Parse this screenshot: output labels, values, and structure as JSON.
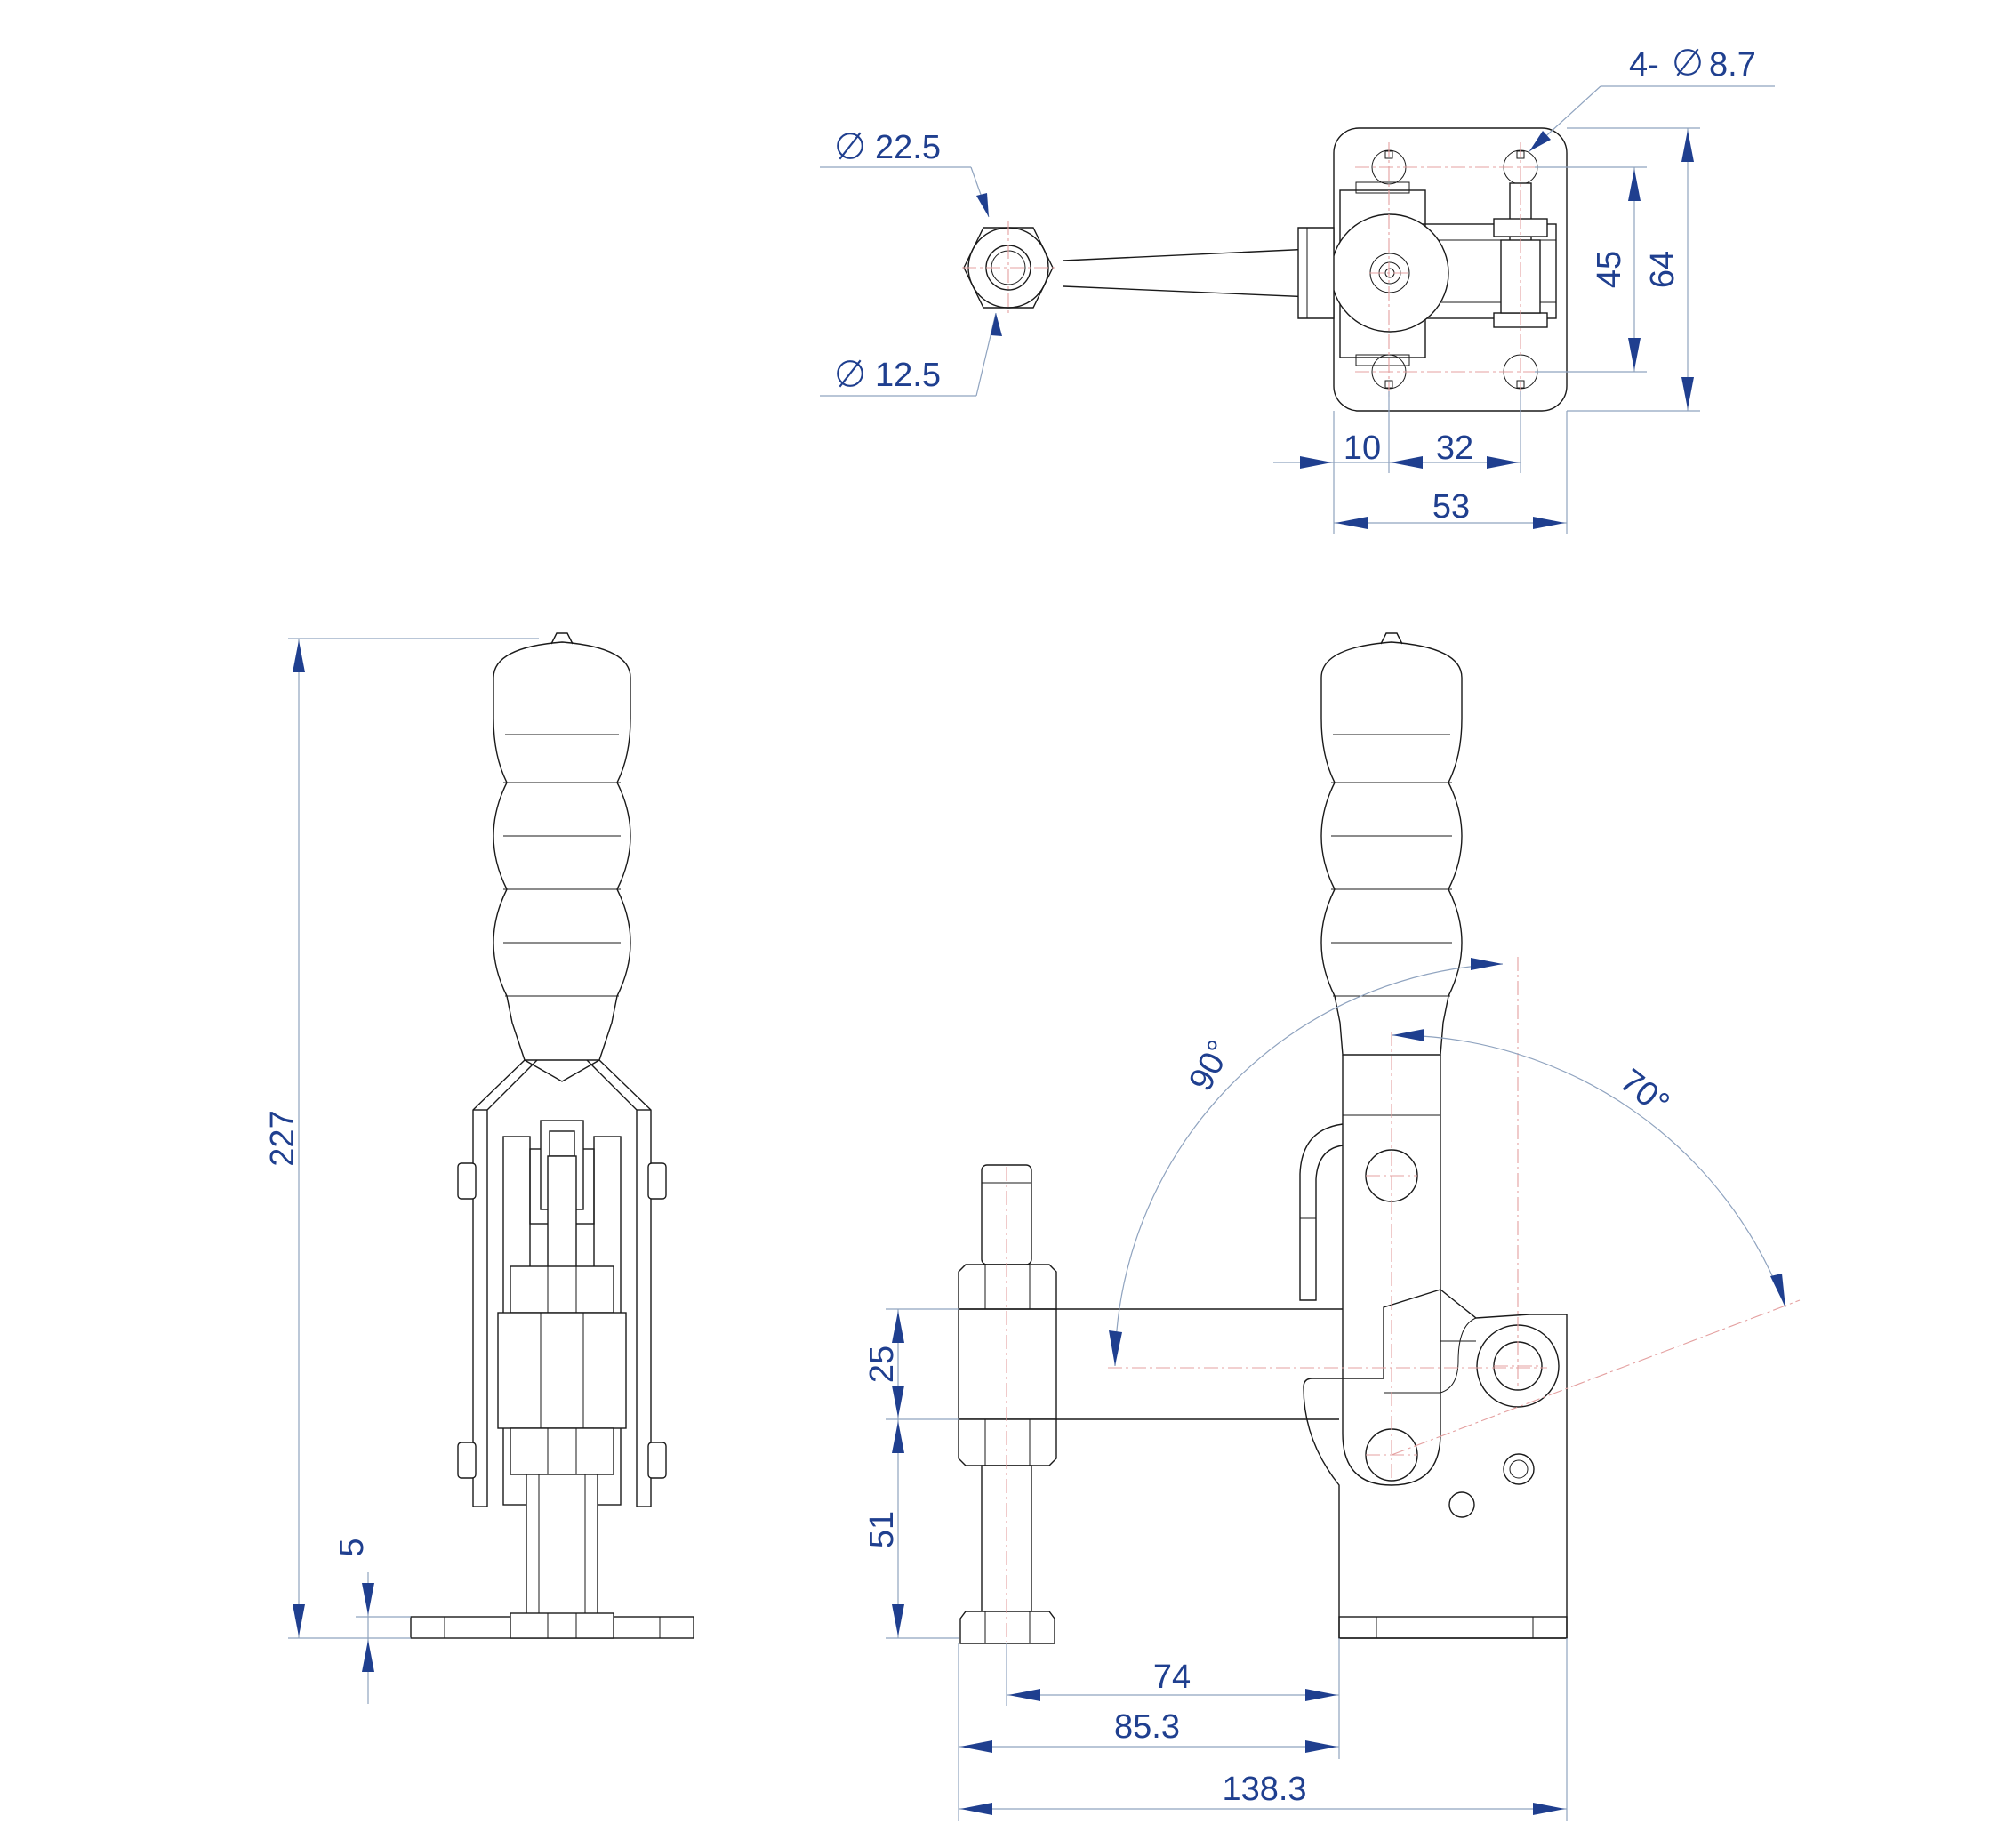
{
  "colors": {
    "dimension": "#1f3f8f",
    "extension": "#8fa3bf",
    "centerline": "#e4a0a0",
    "outline": "#1a1a1a"
  },
  "top_view": {
    "hole_pattern": "4-",
    "hole_dia": "8.7",
    "ball_outer_dia": "22.5",
    "ball_inner_dia": "12.5",
    "hole_pitch_v": "45",
    "plate_height": "64",
    "edge_offset": "10",
    "hole_pitch_h": "32",
    "plate_width": "53"
  },
  "side_view": {
    "overall_height": "227",
    "base_thickness": "5"
  },
  "front_view": {
    "open_angle_1": "90°",
    "open_angle_2": "70°",
    "spindle_dim_a": "25",
    "spindle_dim_b": "51",
    "reach_74": "74",
    "reach_853": "85.3",
    "overall_length": "138.3"
  }
}
